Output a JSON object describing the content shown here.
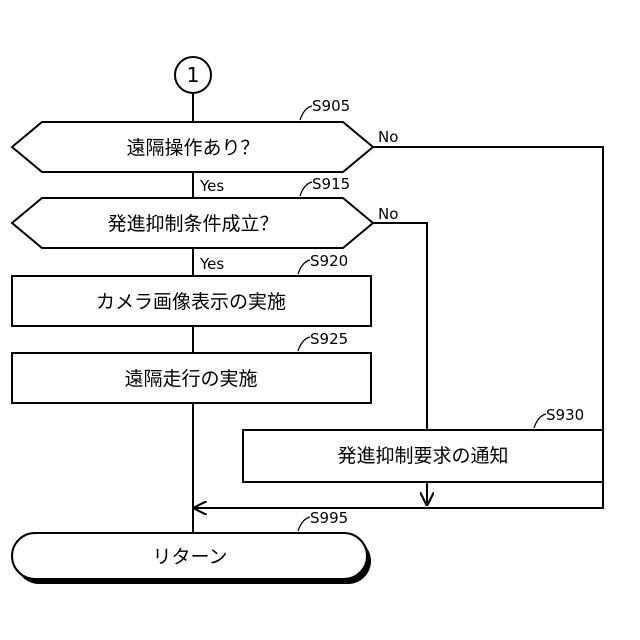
{
  "connector": {
    "label": "1"
  },
  "steps": {
    "s905": {
      "id": "S905",
      "text": "遠隔操作あり？"
    },
    "s915": {
      "id": "S915",
      "text": "発進抑制条件成立？"
    },
    "s920": {
      "id": "S920",
      "text": "カメラ画像表示の実施"
    },
    "s925": {
      "id": "S925",
      "text": "遠隔走行の実施"
    },
    "s930": {
      "id": "S930",
      "text": "発進抑制要求の通知"
    },
    "s995": {
      "id": "S995",
      "text": "リターン"
    }
  },
  "branches": {
    "s905_yes": "Yes",
    "s905_no": "No",
    "s915_yes": "Yes",
    "s915_no": "No"
  }
}
